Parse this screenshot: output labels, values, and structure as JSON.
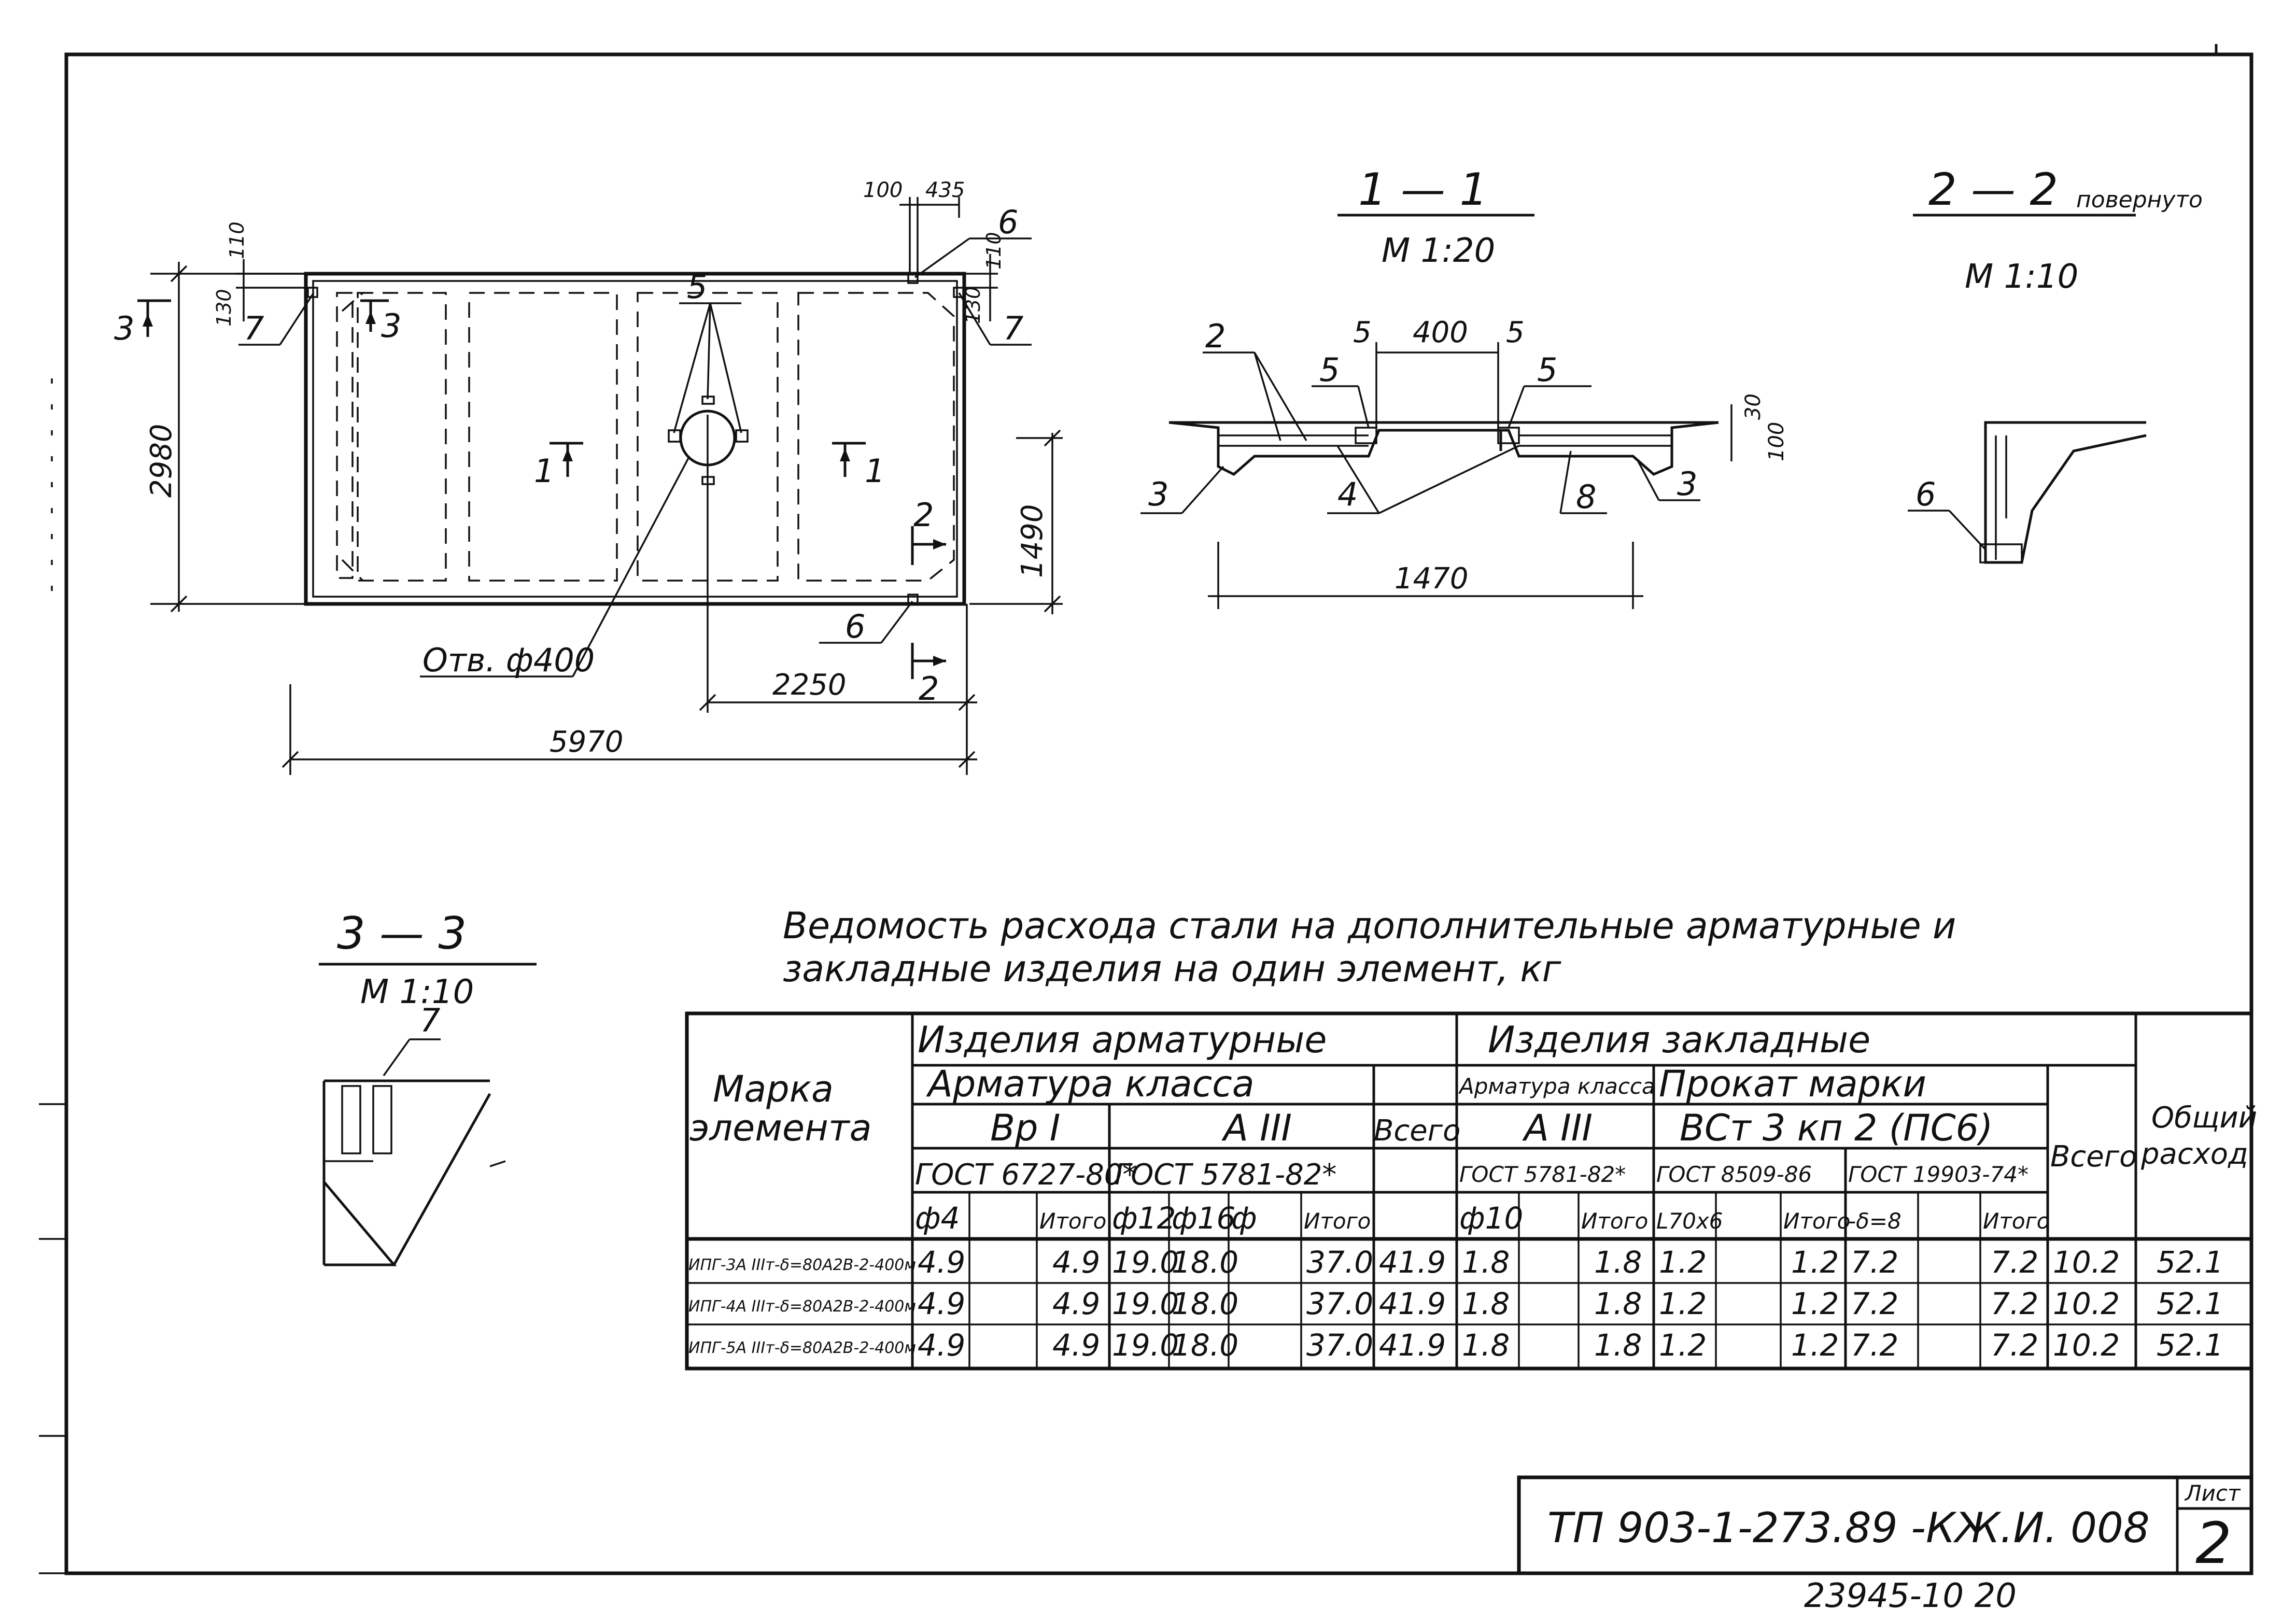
{
  "plan": {
    "dim_length": "5970",
    "dim_width": "2980",
    "dim_hole_offset": "2250",
    "dim_half_width": "1490",
    "dim_top_100": "100",
    "dim_top_435": "435",
    "dim_left_110": "110",
    "dim_left_130": "130",
    "dim_right_110": "110",
    "dim_right_130": "130",
    "hole_label": "Отв. ф400",
    "sec3_num": "3",
    "sec1_num": "1",
    "sec2_num": "2",
    "callout_5": "5",
    "callout_6": "6",
    "callout_7": "7"
  },
  "section_1_1": {
    "title": "1 — 1",
    "scale": "М 1:20",
    "dim_400": "400",
    "dim_5": "5",
    "dim_1470": "1470",
    "dim_30": "30",
    "dim_100": "100",
    "callouts": [
      "2",
      "3",
      "4",
      "5",
      "8"
    ]
  },
  "section_2_2": {
    "title": "2 — 2",
    "title_note": "повернуто",
    "scale": "М 1:10",
    "callout": "6"
  },
  "section_3_3": {
    "title": "3 — 3",
    "scale": "М 1:10",
    "callout": "7"
  },
  "table": {
    "caption_line1": "Ведомость расхода стали на дополнительные арматурные и",
    "caption_line2": "закладные изделия на один элемент, кг",
    "h_mark": "Марка элемента",
    "h_arm": "Изделия арматурные",
    "h_zakl": "Изделия закладные",
    "h_arm_class": "Арматура класса",
    "h_arm_class2": "Арматура класса",
    "h_prokat": "Прокат марки",
    "h_bp1": "Вр I",
    "h_a3": "А III",
    "h_a3b": "А III",
    "h_vst": "ВСт 3 кп 2 (ПС6)",
    "h_gost1": "ГОСТ 6727-80*",
    "h_gost2": "ГОСТ 5781-82*",
    "h_gost3": "ГОСТ 5781-82*",
    "h_gost4": "ГОСТ 8509-86",
    "h_gost5": "ГОСТ 19903-74*",
    "h_total1": "Всего",
    "h_total2": "Всего",
    "h_overall": "Общий расход",
    "sub": [
      "ф4",
      "",
      "Итого",
      "ф12",
      "ф16",
      "ф",
      "Итого",
      "ф10",
      "",
      "Итого",
      "L70x6",
      "",
      "Итого",
      "-δ=8",
      "",
      "Итого"
    ],
    "rows": [
      [
        "ИПГ-3А IIIт-δ=80А2В-2-400м",
        "4.9",
        "",
        "4.9",
        "19.0",
        "18.0",
        "",
        "37.0",
        "41.9",
        "1.8",
        "",
        "1.8",
        "1.2",
        "",
        "1.2",
        "7.2",
        "",
        "7.2",
        "10.2",
        "52.1"
      ],
      [
        "ИПГ-4А IIIт-δ=80А2В-2-400м",
        "4.9",
        "",
        "4.9",
        "19.0",
        "18.0",
        "",
        "37.0",
        "41.9",
        "1.8",
        "",
        "1.8",
        "1.2",
        "",
        "1.2",
        "7.2",
        "",
        "7.2",
        "10.2",
        "52.1"
      ],
      [
        "ИПГ-5А IIIт-δ=80А2В-2-400м",
        "4.9",
        "",
        "4.9",
        "19.0",
        "18.0",
        "",
        "37.0",
        "41.9",
        "1.8",
        "",
        "1.8",
        "1.2",
        "",
        "1.2",
        "7.2",
        "",
        "7.2",
        "10.2",
        "52.1"
      ]
    ]
  },
  "stamp": {
    "code": "ТП 903-1-273.89 -КЖ.И. 008",
    "sheet_label": "Лист",
    "sheet_no": "2",
    "inventory": "23945-10   20"
  }
}
